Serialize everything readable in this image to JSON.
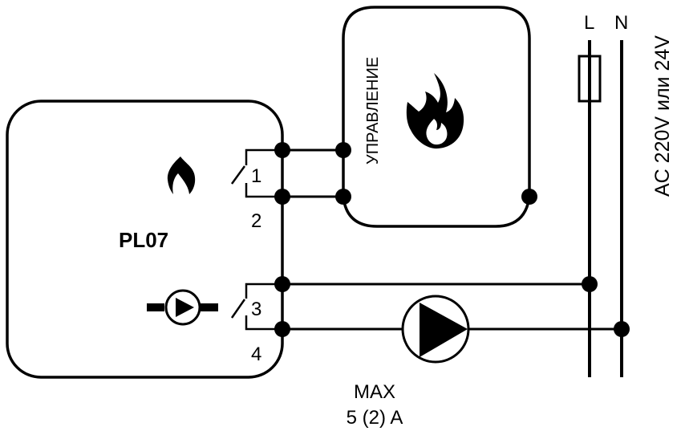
{
  "diagram": {
    "controller": {
      "model_label": "PL07",
      "icons": [
        "flame-icon",
        "pump-icon"
      ],
      "terminals": [
        {
          "number": "1",
          "label": "1"
        },
        {
          "number": "2",
          "label": "2"
        },
        {
          "number": "3",
          "label": "3"
        },
        {
          "number": "4",
          "label": "4"
        }
      ]
    },
    "heater": {
      "label": "УПРАВЛЕНИЕ",
      "icon": "fire-icon"
    },
    "supply": {
      "line_label": "L",
      "neutral_label": "N",
      "voltage_label": "AC 220V или 24V",
      "fuse": "fuse-icon"
    },
    "pump": {
      "icon": "pump-icon",
      "max_label": "MAX",
      "current_label": "5 (2) A"
    },
    "colors": {
      "line": "#000000",
      "background": "#ffffff"
    }
  }
}
